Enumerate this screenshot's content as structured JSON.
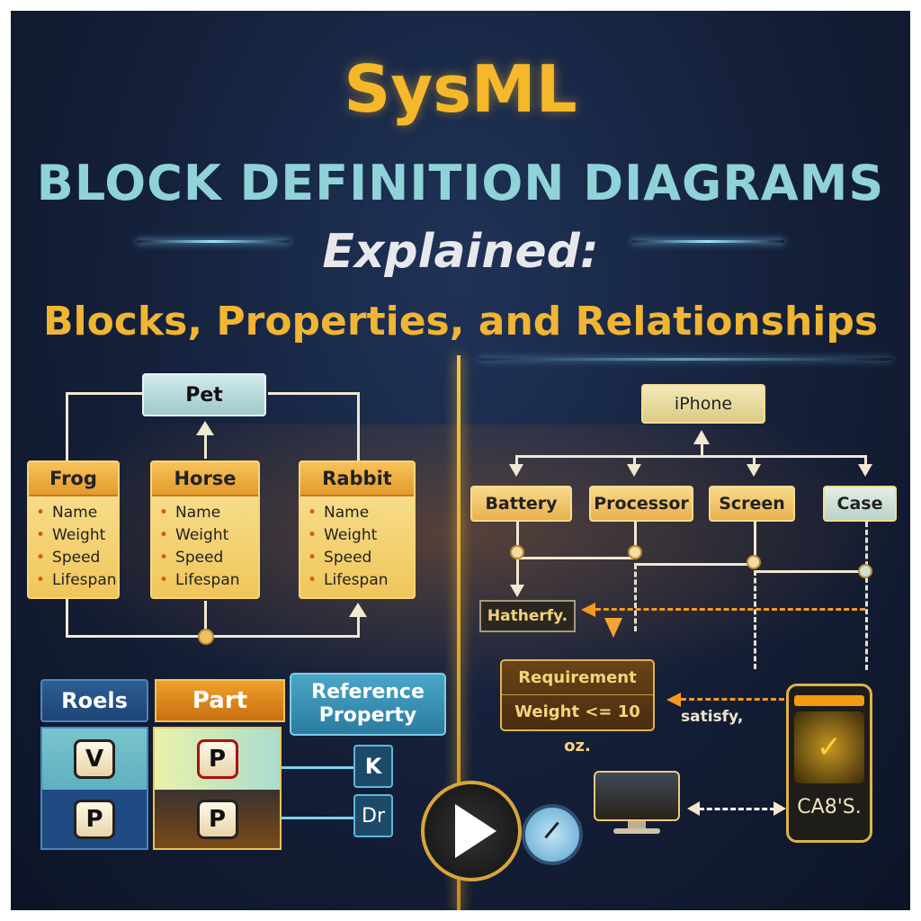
{
  "title": {
    "main": "SysML",
    "line2": "BLOCK DEFINITION DIAGRAMS",
    "line3": "Explained:",
    "line4": "Blocks, Properties, and Relationships"
  },
  "left_diagram": {
    "parent": "Pet",
    "blocks": [
      {
        "name": "Frog",
        "props": [
          "Name",
          "Weight",
          "Speed",
          "Lifespan"
        ]
      },
      {
        "name": "Horse",
        "props": [
          "Name",
          "Weight",
          "Speed",
          "Lifespan"
        ]
      },
      {
        "name": "Rabbit",
        "props": [
          "Name",
          "Weight",
          "Speed",
          "Lifespan"
        ]
      }
    ]
  },
  "legend_table": {
    "headers": [
      "Roels",
      "Part",
      "Reference Property"
    ],
    "col1": [
      "V",
      "P"
    ],
    "col2": [
      "P",
      "P"
    ],
    "refs": [
      "K",
      "Dr"
    ]
  },
  "right_diagram": {
    "parent": "iPhone",
    "parts": [
      "Battery",
      "Processor",
      "Screen",
      "Case"
    ],
    "hatherfy": "Hatherfy.",
    "requirement": {
      "title": "Requirement",
      "constraint": "Weight <= 10 oz."
    },
    "satisfy_label": "satisfy,",
    "device_label": "CA8'S."
  },
  "colors": {
    "gold": "#f5b82a",
    "teal": "#8fd3d8",
    "orange": "#f39a1f",
    "background": "#141f38"
  }
}
